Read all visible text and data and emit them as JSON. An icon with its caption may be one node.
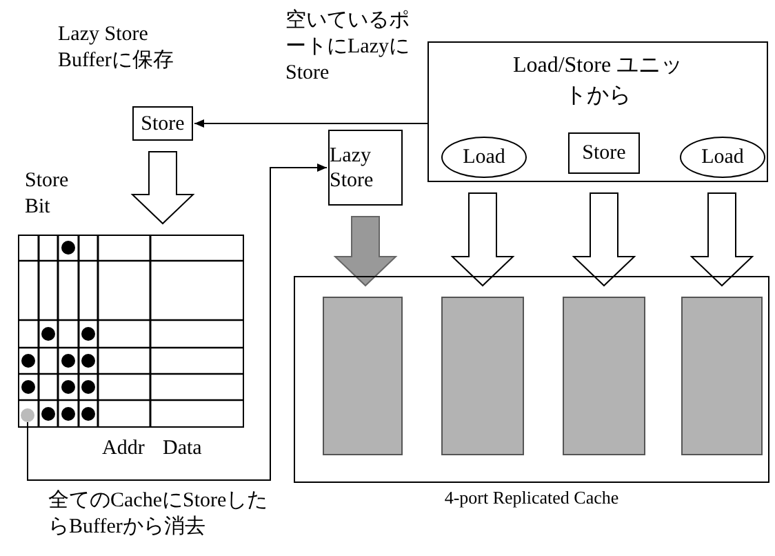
{
  "diagram": {
    "nodes": [
      {
        "text": [
          "Store"
        ],
        "beside": [
          "Lazy Store Bufferに保存"
        ]
      },
      {
        "text": [
          "Load/Store ユニットから"
        ]
      },
      {
        "text": [
          "Load"
        ],
        "in": 1
      },
      {
        "text": [
          "Store"
        ],
        "in": 1
      },
      {
        "text": [
          "Load"
        ],
        "in": 1
      },
      {
        "text": [
          "Lazy Store"
        ]
      },
      {
        "text": [],
        "shape": "table"
      },
      {
        "text": [],
        "shape": "circle",
        "in": 6
      },
      {
        "text": [
          "4-port Replicated Cache"
        ]
      },
      {
        "text": [],
        "shape": "bar",
        "in": 8
      },
      {
        "text": [],
        "shape": "bar",
        "in": 8
      },
      {
        "text": [],
        "shape": "bar",
        "in": 8
      },
      {
        "text": [],
        "shape": "bar",
        "in": 8
      }
    ],
    "edges": [
      {
        "from": 3,
        "to": 0,
        "arrow": "to"
      },
      {
        "from": 0,
        "to": 6,
        "arrow": "to",
        "style": "thick"
      },
      {
        "from": 7,
        "to": 5,
        "arrow": "to"
      },
      {
        "from": 5,
        "to": 9,
        "arrow": "to",
        "style": "thick",
        "color": "#999999"
      },
      {
        "from": 1,
        "to": 10,
        "arrow": "to",
        "style": "thick"
      },
      {
        "from": 1,
        "to": 11,
        "arrow": "to",
        "style": "thick"
      },
      {
        "from": 1,
        "to": 12,
        "arrow": "to",
        "style": "thick"
      }
    ],
    "labels": [
      "空いているポートにLazyにStore",
      "Store Bit",
      "Addr",
      "Data",
      "全てのCacheにStoreしたらBufferから消去"
    ]
  }
}
